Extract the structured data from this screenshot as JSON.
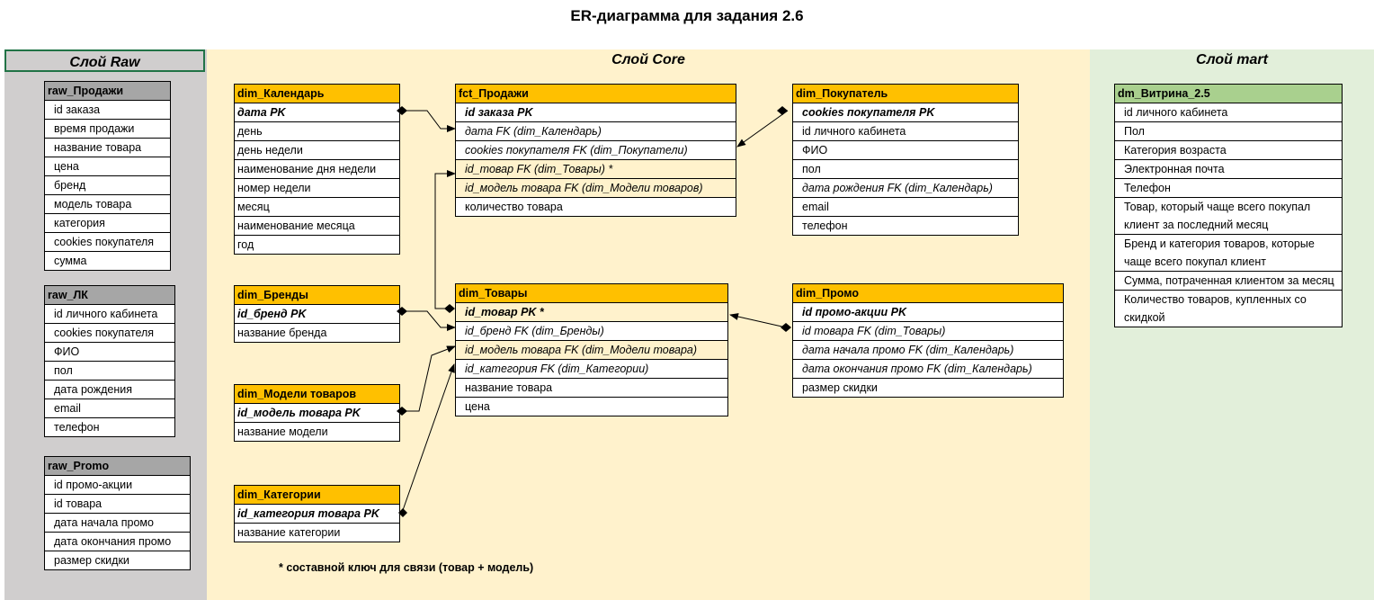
{
  "title": "ER-диаграмма для задания 2.6",
  "layers": {
    "raw": "Слой Raw",
    "core": "Слой Core",
    "mart": "Слой mart"
  },
  "raw_tables": {
    "sales": {
      "name": "raw_Продажи",
      "columns": [
        "id заказа",
        "время продажи",
        "название товара",
        "цена",
        "бренд",
        "модель товара",
        "категория",
        "cookies покупателя",
        "сумма"
      ]
    },
    "lk": {
      "name": "raw_ЛК",
      "columns": [
        "id личного кабинета",
        "cookies покупателя",
        "ФИО",
        "пол",
        "дата рождения",
        "email",
        "телефон"
      ]
    },
    "promo": {
      "name": "raw_Promo",
      "columns": [
        "id промо-акции",
        "id товара",
        "дата начала промо",
        "дата окончания промо",
        "размер скидки"
      ]
    }
  },
  "core_tables": {
    "calendar": {
      "name": "dim_Календарь",
      "pk": "дата PK",
      "columns": [
        "день",
        "день недели",
        "наименование дня недели",
        "номер недели",
        "месяц",
        "наименование месяца",
        "год"
      ]
    },
    "sales": {
      "name": "fct_Продажи",
      "pk": "id заказа PK",
      "fks": [
        "дата FK (dim_Календарь)",
        "cookies покупателя FK (dim_Покупатели)",
        "id_товар FK (dim_Товары) *",
        "id_модель товара FK (dim_Модели товаров)"
      ],
      "columns": [
        "количество товара"
      ]
    },
    "buyer": {
      "name": "dim_Покупатель",
      "pk": "cookies покупателя PK",
      "columns": [
        "id личного кабинета",
        "ФИО",
        "пол"
      ],
      "fks": [
        "дата рождения FK (dim_Календарь)"
      ],
      "columns2": [
        "email",
        "телефон"
      ]
    },
    "brands": {
      "name": "dim_Бренды",
      "pk": "id_бренд PK",
      "columns": [
        "название бренда"
      ]
    },
    "goods": {
      "name": "dim_Товары",
      "pk": "id_товар PK *",
      "fks": [
        "id_бренд FK (dim_Бренды)",
        "id_модель товара FK (dim_Модели товара)",
        "id_категория FK (dim_Категории)"
      ],
      "columns": [
        "название товара",
        "цена"
      ]
    },
    "promo": {
      "name": "dim_Промо",
      "pk": "id промо-акции PK",
      "fks": [
        "id товара FK (dim_Товары)",
        "дата начала промо FK (dim_Календарь)",
        "дата окончания промо FK (dim_Календарь)"
      ],
      "columns": [
        "размер скидки"
      ]
    },
    "models": {
      "name": "dim_Модели товаров",
      "pk": "id_модель товара PK",
      "columns": [
        "название модели"
      ]
    },
    "categories": {
      "name": "dim_Категории",
      "pk": "id_категория товара PK",
      "columns": [
        "название категории"
      ]
    }
  },
  "mart_tables": {
    "showcase": {
      "name": "dm_Витрина_2.5",
      "columns": [
        "id личного кабинета",
        "Пол",
        "Категория возраста",
        "Электронная почта",
        "Телефон",
        "Товар, который чаще всего покупал клиент за последний месяц",
        "Бренд и категория товаров, которые чаще всего покупал клиент",
        "Сумма, потраченная клиентом за месяц",
        "Количество товаров, купленных со скидкой"
      ]
    }
  },
  "footnote": "* составной ключ для связи (товар + модель)"
}
